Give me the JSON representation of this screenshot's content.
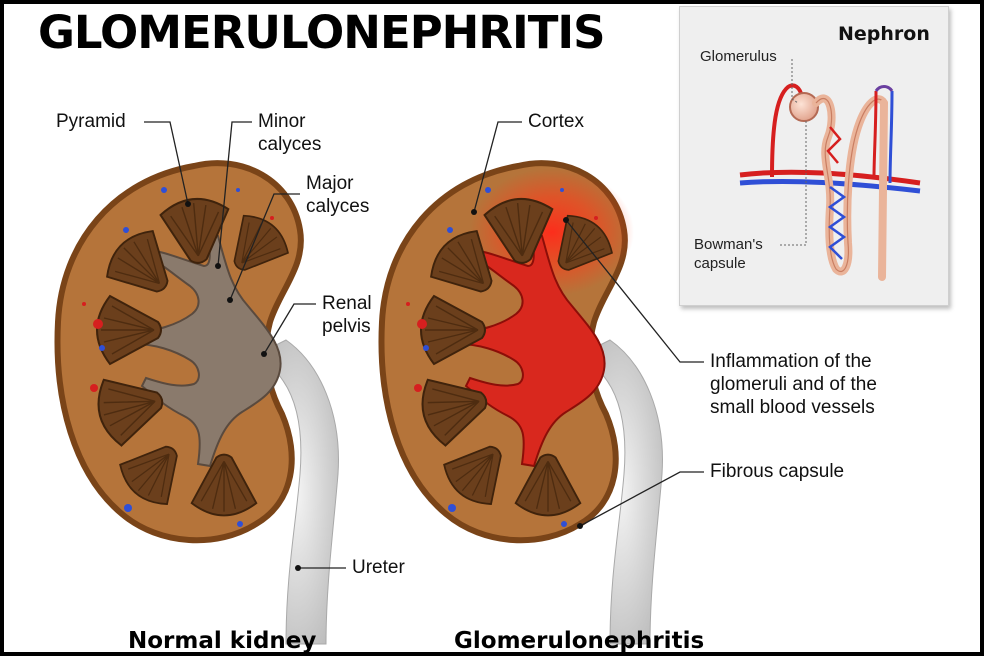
{
  "title": "GLOMERULONEPHRITIS",
  "normal": {
    "caption": "Normal kidney",
    "labels": {
      "pyramid": "Pyramid",
      "minor_calyces": "Minor\ncalyces",
      "major_calyces": "Major\ncalyces",
      "renal_pelvis": "Renal\npelvis",
      "ureter": "Ureter"
    }
  },
  "diseased": {
    "caption": "Glomerulonephritis",
    "labels": {
      "cortex": "Cortex",
      "inflammation": "Inflammation of the\nglomeruli and of the\nsmall blood vessels",
      "fibrous_capsule": "Fibrous capsule"
    }
  },
  "inset": {
    "title": "Nephron",
    "glomerulus": "Glomerulus",
    "bowmans_capsule": "Bowman's\ncapsule"
  },
  "colors": {
    "cortex": "#b5743a",
    "capsule": "#7a4418",
    "pyramid": "#6b3f1c",
    "calyx_normal": "#8a7a6c",
    "calyx_inflamed": "#d9281e",
    "inflammation_glow": "#ff2a1a",
    "ureter": "#dcdcdc",
    "artery": "#d61f1f",
    "vein": "#2f4fd6"
  }
}
